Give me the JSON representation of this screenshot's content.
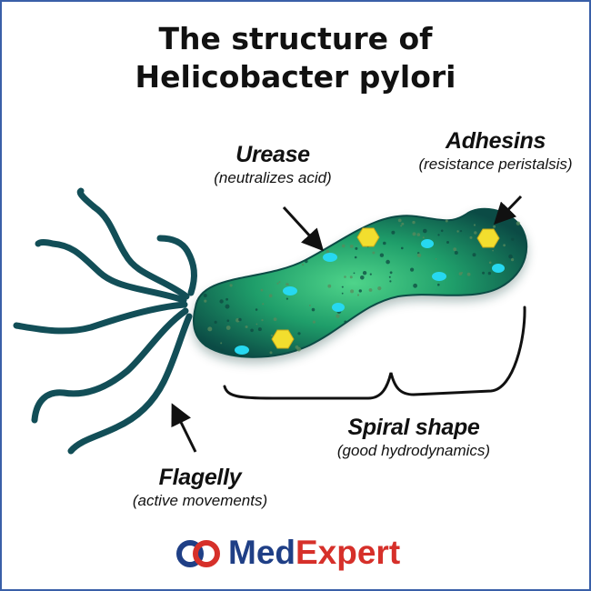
{
  "title": {
    "line1": "The structure of",
    "line2": "Helicobacter pylori"
  },
  "labels": {
    "urease": {
      "name": "Urease",
      "desc": "(neutralizes acid)"
    },
    "adhesins": {
      "name": "Adhesins",
      "desc": "(resistance peristalsis)"
    },
    "spiral": {
      "name": "Spiral shape",
      "desc": "(good hydrodynamics)"
    },
    "flagella": {
      "name": "Flagelly",
      "desc": "(active movements)"
    }
  },
  "brand": {
    "part1": "Med",
    "part2": "Expert",
    "logo_icon": "interlocking-rings-icon",
    "colors": {
      "blue": "#1f3f86",
      "red": "#d6302a"
    }
  },
  "colors": {
    "frame": "#3a5fa8",
    "body_light": "#4fd48a",
    "body_mid": "#1f9e6a",
    "body_dark": "#0b4b45",
    "flagella": "#124e57",
    "urease_granule": "#26d8f0",
    "adhesin": "#f2de2e"
  }
}
